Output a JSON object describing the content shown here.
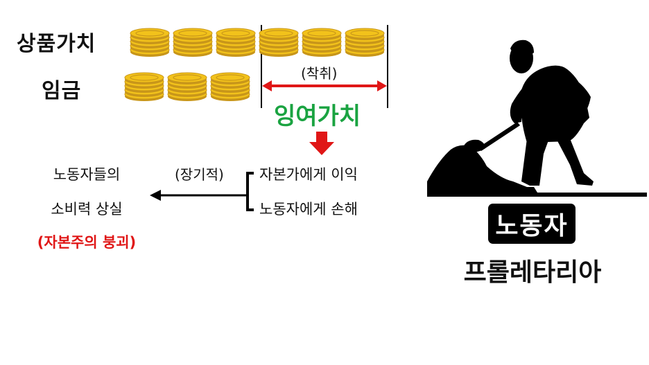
{
  "labels": {
    "commodity_value": "상품가치",
    "wage": "임금",
    "exploitation": "(착취)",
    "surplus_value": "잉여가치",
    "long_term": "(장기적)",
    "capitalist_gain": "자본가에게 이익",
    "worker_loss": "노동자에게 손해",
    "consumption_line1": "노동자들의",
    "consumption_line2": "소비력 상실",
    "collapse": "(자본주의 붕괴)",
    "worker_badge": "노동자",
    "proletariat": "프롤레타리아"
  },
  "coins": {
    "commodity_row_stacks": 6,
    "wage_row_stacks": 3
  },
  "colors": {
    "coin_gold": "#f2c21b",
    "coin_edge": "#c8961a",
    "exploit_red": "#e01616",
    "surplus_green": "#1aa341",
    "collapse_red": "#e01616",
    "black": "#000000"
  },
  "icons": {
    "coin": "gold-coin-stack-icon",
    "down_arrow": "red-down-arrow-icon",
    "left_arrow": "black-left-arrow-icon",
    "worker": "worker-shoveling-silhouette-icon"
  }
}
